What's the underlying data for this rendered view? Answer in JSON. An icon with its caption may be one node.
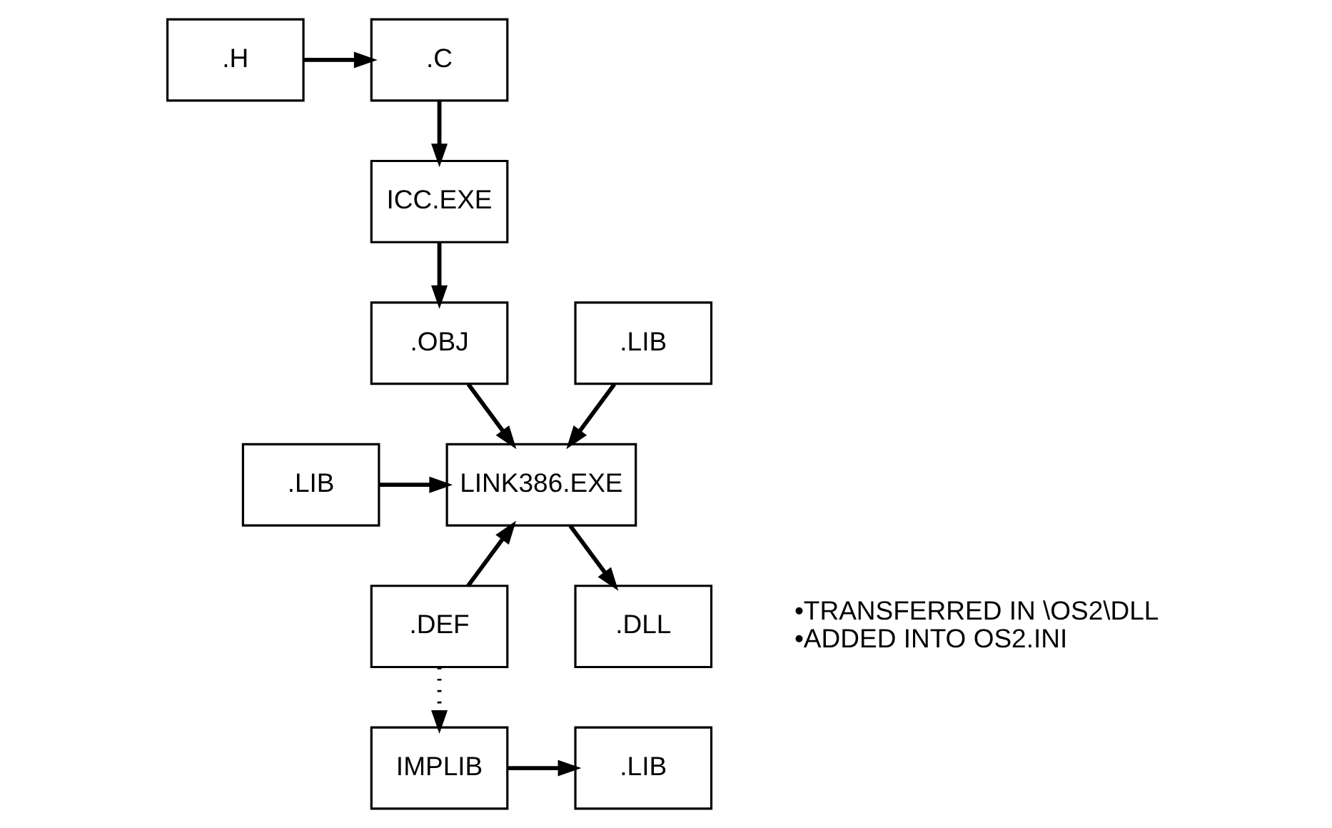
{
  "diagram": {
    "nodes": [
      {
        "text": [
          ".C"
        ]
      },
      {
        "text": [
          ".H"
        ]
      },
      {
        "text": [
          "ICC.EXE"
        ]
      },
      {
        "text": [
          ".OBJ"
        ]
      },
      {
        "text": [
          ".LIB"
        ]
      },
      {
        "text": [
          ".LIB"
        ]
      },
      {
        "text": [
          ".DEF"
        ]
      },
      {
        "text": [
          "LINK386.EXE"
        ]
      },
      {
        "text": [
          ".DLL"
        ]
      },
      {
        "text": [
          "IMPLIB"
        ]
      },
      {
        "text": [
          ".LIB"
        ]
      }
    ],
    "edges": [
      {
        "from": 1,
        "to": 0,
        "arrow": "to"
      },
      {
        "from": 0,
        "to": 2,
        "arrow": "to"
      },
      {
        "from": 2,
        "to": 3,
        "arrow": "to"
      },
      {
        "from": 3,
        "to": 7,
        "arrow": "to"
      },
      {
        "from": 4,
        "to": 7,
        "arrow": "to"
      },
      {
        "from": 5,
        "to": 7,
        "arrow": "to"
      },
      {
        "from": 6,
        "to": 7,
        "arrow": "to"
      },
      {
        "from": 7,
        "to": 8,
        "arrow": "to"
      },
      {
        "from": 6,
        "to": 9,
        "arrow": "to",
        "style": "dashed"
      },
      {
        "from": 9,
        "to": 10,
        "arrow": "to"
      }
    ],
    "labels": [
      "•TRANSFERRED IN \\OS2\\DLL",
      "•ADDED INTO OS2.INI"
    ]
  }
}
